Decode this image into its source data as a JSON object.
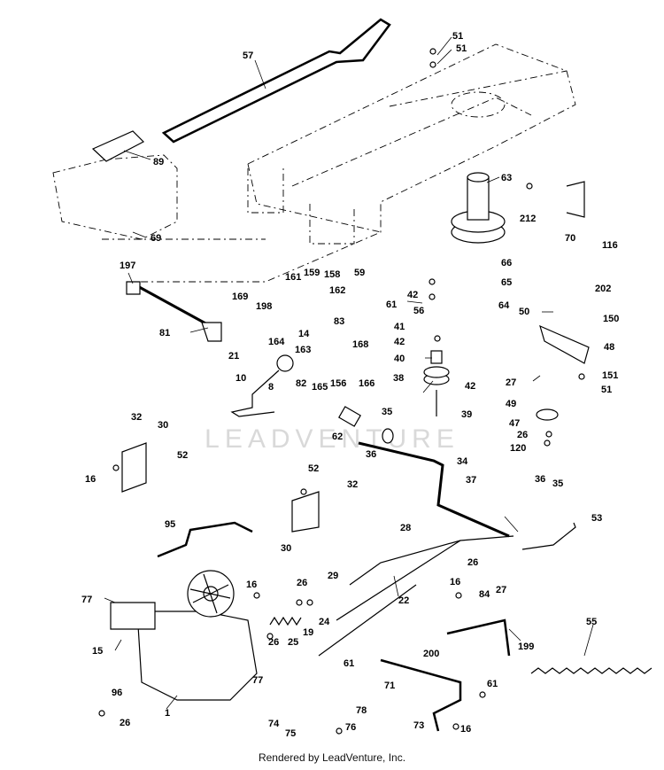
{
  "watermark": "LEADVENTURE",
  "footer": "Rendered by LeadVenture, Inc.",
  "callouts": [
    {
      "id": "c57",
      "text": "57"
    },
    {
      "id": "c51a",
      "text": "51"
    },
    {
      "id": "c51b",
      "text": "51"
    },
    {
      "id": "c89",
      "text": "89"
    },
    {
      "id": "c63",
      "text": "63"
    },
    {
      "id": "c212",
      "text": "212"
    },
    {
      "id": "c70",
      "text": "70"
    },
    {
      "id": "c116",
      "text": "116"
    },
    {
      "id": "c69",
      "text": "69"
    },
    {
      "id": "c197",
      "text": "197"
    },
    {
      "id": "c59",
      "text": "59"
    },
    {
      "id": "c66",
      "text": "66"
    },
    {
      "id": "c161",
      "text": "161"
    },
    {
      "id": "c159",
      "text": "159"
    },
    {
      "id": "c158",
      "text": "158"
    },
    {
      "id": "c162",
      "text": "162"
    },
    {
      "id": "c169",
      "text": "169"
    },
    {
      "id": "c198",
      "text": "198"
    },
    {
      "id": "c61a",
      "text": "61"
    },
    {
      "id": "c42a",
      "text": "42"
    },
    {
      "id": "c65",
      "text": "65"
    },
    {
      "id": "c202",
      "text": "202"
    },
    {
      "id": "c56",
      "text": "56"
    },
    {
      "id": "c64",
      "text": "64"
    },
    {
      "id": "c50",
      "text": "50"
    },
    {
      "id": "c150",
      "text": "150"
    },
    {
      "id": "c81",
      "text": "81"
    },
    {
      "id": "c14",
      "text": "14"
    },
    {
      "id": "c83",
      "text": "83"
    },
    {
      "id": "c41",
      "text": "41"
    },
    {
      "id": "c164",
      "text": "164"
    },
    {
      "id": "c42b",
      "text": "42"
    },
    {
      "id": "c48",
      "text": "48"
    },
    {
      "id": "c168",
      "text": "168"
    },
    {
      "id": "c163",
      "text": "163"
    },
    {
      "id": "c21",
      "text": "21"
    },
    {
      "id": "c40",
      "text": "40"
    },
    {
      "id": "c82",
      "text": "82"
    },
    {
      "id": "c156",
      "text": "156"
    },
    {
      "id": "c165",
      "text": "165"
    },
    {
      "id": "c166",
      "text": "166"
    },
    {
      "id": "c151",
      "text": "151"
    },
    {
      "id": "c10",
      "text": "10"
    },
    {
      "id": "c38",
      "text": "38"
    },
    {
      "id": "c42c",
      "text": "42"
    },
    {
      "id": "c27a",
      "text": "27"
    },
    {
      "id": "c51c",
      "text": "51"
    },
    {
      "id": "c8",
      "text": "8"
    },
    {
      "id": "c49",
      "text": "49"
    },
    {
      "id": "c39",
      "text": "39"
    },
    {
      "id": "c35a",
      "text": "35"
    },
    {
      "id": "c47",
      "text": "47"
    },
    {
      "id": "c32a",
      "text": "32"
    },
    {
      "id": "c30a",
      "text": "30"
    },
    {
      "id": "c62",
      "text": "62"
    },
    {
      "id": "c26a",
      "text": "26"
    },
    {
      "id": "c120",
      "text": "120"
    },
    {
      "id": "c52a",
      "text": "52"
    },
    {
      "id": "c36a",
      "text": "36"
    },
    {
      "id": "c34",
      "text": "34"
    },
    {
      "id": "c16a",
      "text": "16"
    },
    {
      "id": "c52b",
      "text": "52"
    },
    {
      "id": "c37",
      "text": "37"
    },
    {
      "id": "c32b",
      "text": "32"
    },
    {
      "id": "c36b",
      "text": "36"
    },
    {
      "id": "c35b",
      "text": "35"
    },
    {
      "id": "c53",
      "text": "53"
    },
    {
      "id": "c95",
      "text": "95"
    },
    {
      "id": "c30b",
      "text": "30"
    },
    {
      "id": "c28",
      "text": "28"
    },
    {
      "id": "c26b",
      "text": "26"
    },
    {
      "id": "c29",
      "text": "29"
    },
    {
      "id": "c27b",
      "text": "27"
    },
    {
      "id": "c77a",
      "text": "77"
    },
    {
      "id": "c16b",
      "text": "16"
    },
    {
      "id": "c26c",
      "text": "26"
    },
    {
      "id": "c16c",
      "text": "16"
    },
    {
      "id": "c84",
      "text": "84"
    },
    {
      "id": "c22",
      "text": "22"
    },
    {
      "id": "c55",
      "text": "55"
    },
    {
      "id": "c24",
      "text": "24"
    },
    {
      "id": "c19",
      "text": "19"
    },
    {
      "id": "c26d",
      "text": "26"
    },
    {
      "id": "c25",
      "text": "25"
    },
    {
      "id": "c199",
      "text": "199"
    },
    {
      "id": "c15",
      "text": "15"
    },
    {
      "id": "c200",
      "text": "200"
    },
    {
      "id": "c61b",
      "text": "61"
    },
    {
      "id": "c77b",
      "text": "77"
    },
    {
      "id": "c71",
      "text": "71"
    },
    {
      "id": "c61c",
      "text": "61"
    },
    {
      "id": "c96",
      "text": "96"
    },
    {
      "id": "c1",
      "text": "1"
    },
    {
      "id": "c26e",
      "text": "26"
    },
    {
      "id": "c78",
      "text": "78"
    },
    {
      "id": "c74",
      "text": "74"
    },
    {
      "id": "c73",
      "text": "73"
    },
    {
      "id": "c16d",
      "text": "16"
    },
    {
      "id": "c76",
      "text": "76"
    },
    {
      "id": "c75",
      "text": "75"
    }
  ]
}
